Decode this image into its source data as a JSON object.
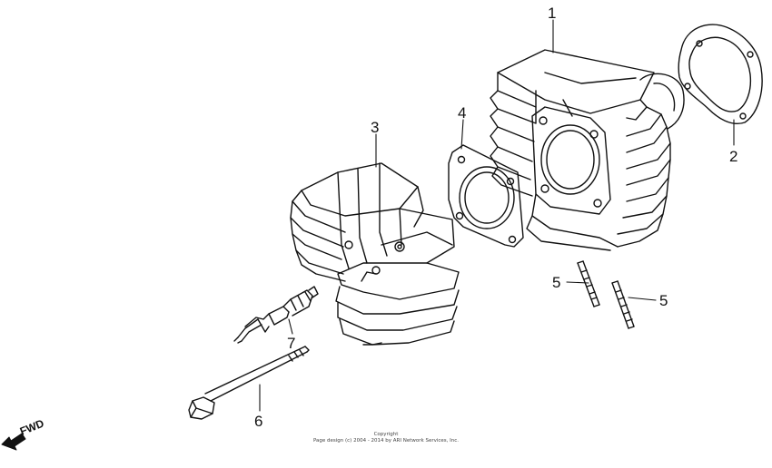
{
  "diagram": {
    "callouts": {
      "c1": "1",
      "c2": "2",
      "c3": "3",
      "c4": "4",
      "c5a": "5",
      "c5b": "5",
      "c6": "6",
      "c7": "7"
    },
    "fwd_label": "FWD",
    "copyright_line1": "Copyright",
    "copyright_line2": "Page design (c) 2004 - 2014 by ARI Network Services, Inc."
  },
  "icons": {
    "fwd_arrow": "left-down-arrow-icon"
  }
}
